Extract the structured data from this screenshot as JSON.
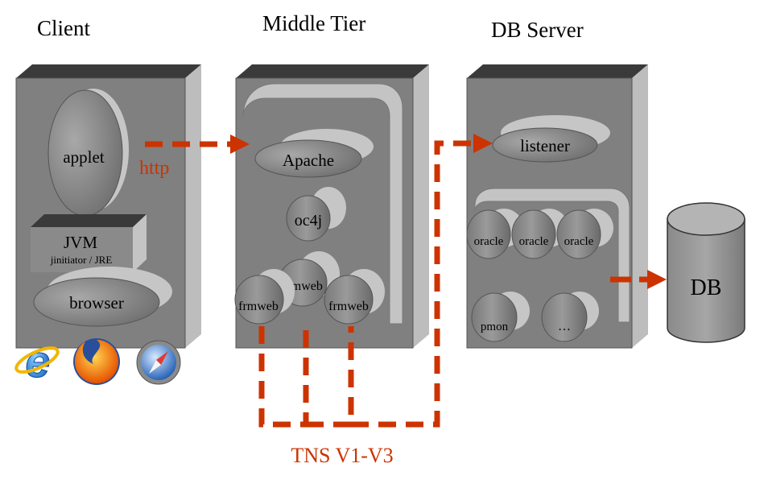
{
  "tiers": {
    "client": "Client",
    "middle": "Middle Tier",
    "db_server": "DB Server"
  },
  "client": {
    "applet": "applet",
    "jvm": "JVM",
    "jvm_sub": "jinitiator / JRE",
    "browser": "browser",
    "browser_icons": [
      "internet-explorer-icon",
      "firefox-icon",
      "safari-icon"
    ]
  },
  "middle": {
    "apache": "Apache",
    "oc4j": "oc4j",
    "frmweb_left": "frmweb",
    "frmweb_center": "frmweb",
    "frmweb_right": "frmweb"
  },
  "db_server": {
    "listener": "listener",
    "oracle_1": "oracle",
    "oracle_2": "oracle",
    "oracle_3": "oracle",
    "pmon": "pmon",
    "ellipsis": "…"
  },
  "db": "DB",
  "connections": {
    "http": "http",
    "tns": "TNS V1-V3"
  },
  "colors": {
    "box_front": "#808080",
    "box_top": "#3a3a3a",
    "box_side": "#bdbdbd",
    "accent": "#cc3300"
  }
}
